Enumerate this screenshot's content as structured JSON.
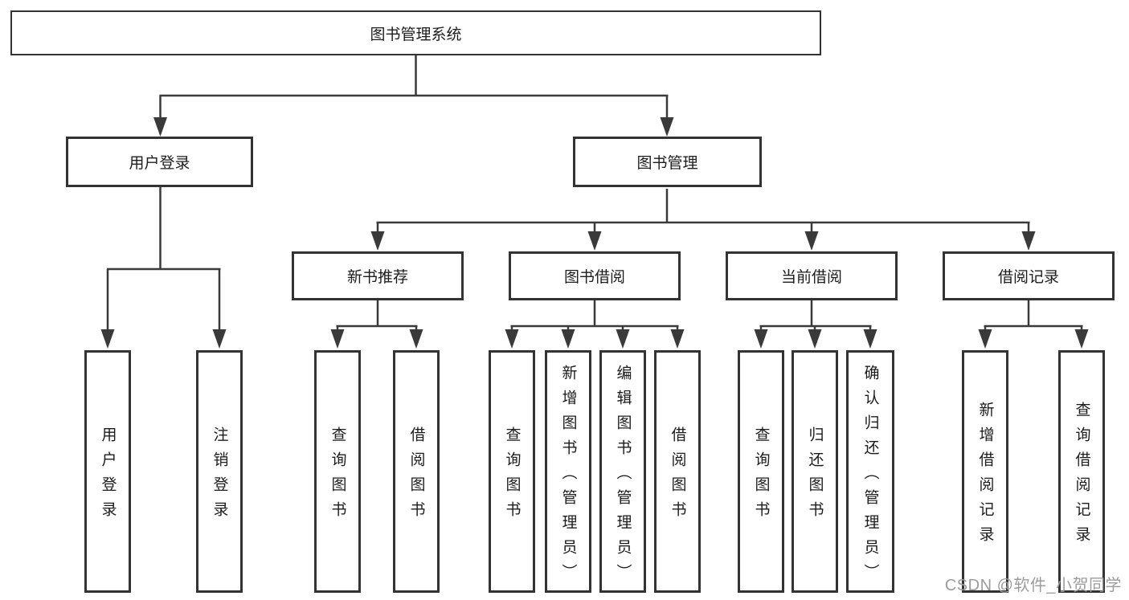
{
  "diagram": {
    "colors": {
      "bg": "#ffffff",
      "line": "#3a3a3a",
      "border": "#333333",
      "text": "#1c1c1c",
      "watermark": "#9c9c9c"
    }
  },
  "tree": {
    "root": {
      "label": "图书管理系统"
    },
    "user_login": {
      "label": "用户登录",
      "children": [
        {
          "label": "用户登录"
        },
        {
          "label": "注销登录"
        }
      ]
    },
    "book_management": {
      "label": "图书管理",
      "children": [
        {
          "label": "新书推荐",
          "children": [
            {
              "label": "查询图书"
            },
            {
              "label": "借阅图书"
            }
          ]
        },
        {
          "label": "图书借阅",
          "children": [
            {
              "label": "查询图书"
            },
            {
              "label": "新增图书（管理员）"
            },
            {
              "label": "编辑图书（管理员）"
            },
            {
              "label": "借阅图书"
            }
          ]
        },
        {
          "label": "当前借阅",
          "children": [
            {
              "label": "查询图书"
            },
            {
              "label": "归还图书"
            },
            {
              "label": "确认归还（管理员）"
            }
          ]
        },
        {
          "label": "借阅记录",
          "children": [
            {
              "label": "新增借阅记录"
            },
            {
              "label": "查询借阅记录"
            }
          ]
        }
      ]
    }
  },
  "watermark": {
    "text": "CSDN @软件_小贺同学"
  }
}
